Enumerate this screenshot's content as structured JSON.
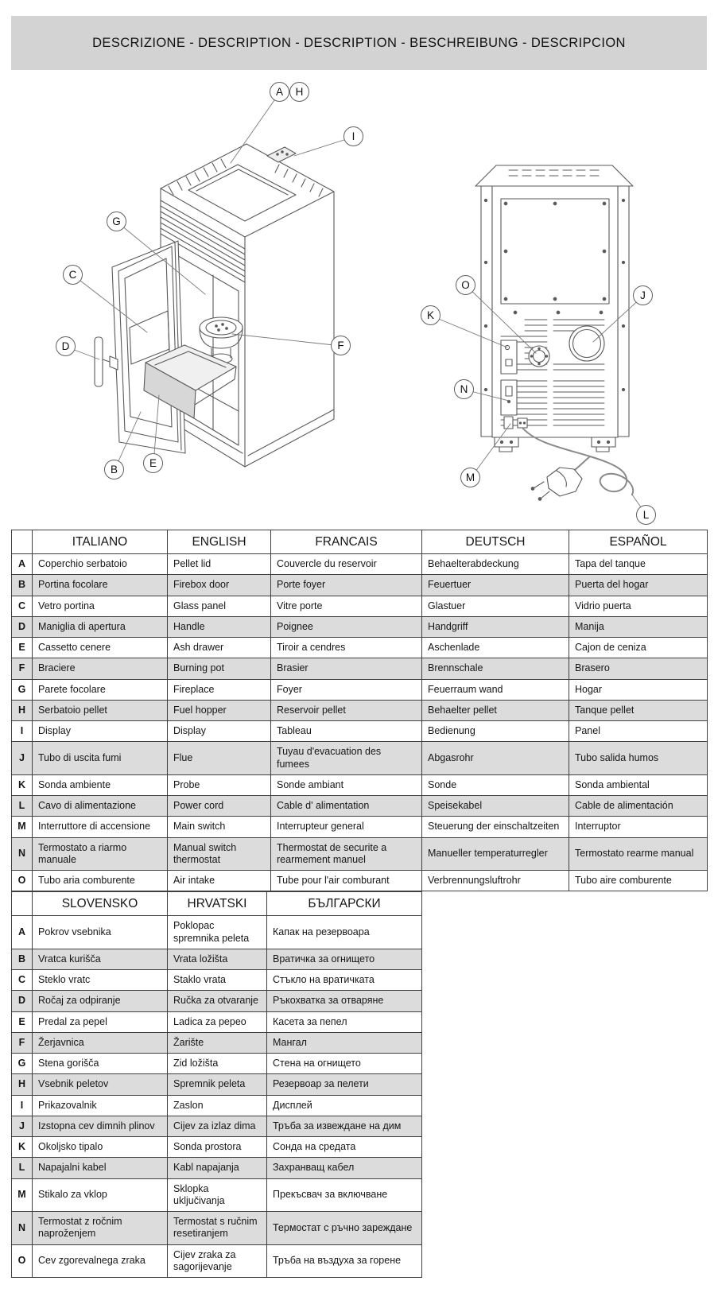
{
  "header": {
    "title": "DESCRIZIONE - DESCRIPTION - DESCRIPTION - BESCHREIBUNG - DESCRIPCION"
  },
  "colors": {
    "header_bg": "#d3d3d3",
    "row_shade": "#dcdcdc",
    "line_art": "#5a5a5a"
  },
  "diagram": {
    "callouts": [
      {
        "label": "A"
      },
      {
        "label": "H"
      },
      {
        "label": "I"
      },
      {
        "label": "G"
      },
      {
        "label": "C"
      },
      {
        "label": "D"
      },
      {
        "label": "F"
      },
      {
        "label": "B"
      },
      {
        "label": "E"
      },
      {
        "label": "O"
      },
      {
        "label": "K"
      },
      {
        "label": "J"
      },
      {
        "label": "N"
      },
      {
        "label": "M"
      },
      {
        "label": "L"
      }
    ]
  },
  "table1": {
    "columns": [
      "",
      "ITALIANO",
      "ENGLISH",
      "FRANCAIS",
      "DEUTSCH",
      "ESPAÑOL"
    ],
    "rows": [
      {
        "key": "A",
        "cells": [
          "Coperchio serbatoio",
          "Pellet lid",
          "Couvercle du reservoir",
          "Behaelterabdeckung",
          "Tapa del tanque"
        ]
      },
      {
        "key": "B",
        "cells": [
          "Portina focolare",
          "Firebox door",
          "Porte foyer",
          "Feuertuer",
          "Puerta del hogar"
        ]
      },
      {
        "key": "C",
        "cells": [
          "Vetro portina",
          "Glass panel",
          "Vitre porte",
          "Glastuer",
          "Vidrio puerta"
        ]
      },
      {
        "key": "D",
        "cells": [
          "Maniglia di apertura",
          "Handle",
          "Poignee",
          "Handgriff",
          "Manija"
        ]
      },
      {
        "key": "E",
        "cells": [
          "Cassetto cenere",
          "Ash drawer",
          "Tiroir a cendres",
          "Aschenlade",
          "Cajon de ceniza"
        ]
      },
      {
        "key": "F",
        "cells": [
          "Braciere",
          "Burning pot",
          "Brasier",
          "Brennschale",
          "Brasero"
        ]
      },
      {
        "key": "G",
        "cells": [
          "Parete focolare",
          "Fireplace",
          "Foyer",
          "Feuerraum wand",
          "Hogar"
        ]
      },
      {
        "key": "H",
        "cells": [
          "Serbatoio pellet",
          "Fuel hopper",
          "Reservoir pellet",
          "Behaelter pellet",
          "Tanque pellet"
        ]
      },
      {
        "key": "I",
        "cells": [
          "Display",
          "Display",
          "Tableau",
          "Bedienung",
          "Panel"
        ]
      },
      {
        "key": "J",
        "cells": [
          "Tubo di uscita fumi",
          "Flue",
          "Tuyau d'evacuation des fumees",
          "Abgasrohr",
          "Tubo salida humos"
        ]
      },
      {
        "key": "K",
        "cells": [
          "Sonda ambiente",
          "Probe",
          "Sonde ambiant",
          "Sonde",
          "Sonda ambiental"
        ]
      },
      {
        "key": "L",
        "cells": [
          "Cavo di alimentazione",
          "Power cord",
          "Cable d' alimentation",
          "Speisekabel",
          "Cable de alimentación"
        ]
      },
      {
        "key": "M",
        "cells": [
          "Interruttore di accensione",
          "Main switch",
          "Interrupteur general",
          "Steuerung der einschaltzeiten",
          "Interruptor"
        ]
      },
      {
        "key": "N",
        "cells": [
          "Termostato a  riarmo manuale",
          "Manual switch thermostat",
          "Thermostat de securite a rearmement manuel",
          "Manueller temperaturregler",
          "Termostato rearme manual"
        ]
      },
      {
        "key": "O",
        "cells": [
          "Tubo aria comburente",
          "Air intake",
          "Tube pour l'air comburant",
          "Verbrennungsluftrohr",
          "Tubo aire comburente"
        ]
      }
    ]
  },
  "table2": {
    "columns": [
      "",
      "SLOVENSKO",
      "HRVATSKI",
      "БЪЛГАРСКИ"
    ],
    "rows": [
      {
        "key": "A",
        "cells": [
          "Pokrov vsebnika",
          "Poklopac spremnika peleta",
          "Капак на резервоара"
        ]
      },
      {
        "key": "B",
        "cells": [
          "Vratca kurišča",
          "Vrata ložišta",
          "Вратичка за огнището"
        ]
      },
      {
        "key": "C",
        "cells": [
          "Steklo vratc",
          "Staklo vrata",
          "Стъкло на вратичката"
        ]
      },
      {
        "key": "D",
        "cells": [
          "Ročaj za odpiranje",
          "Ručka za otvaranje",
          "Ръкохватка за отваряне"
        ]
      },
      {
        "key": "E",
        "cells": [
          "Predal za pepel",
          "Ladica za pepeo",
          "Касета за пепел"
        ]
      },
      {
        "key": "F",
        "cells": [
          "Žerjavnica",
          "Žarište",
          "Мангал"
        ]
      },
      {
        "key": "G",
        "cells": [
          "Stena gorišča",
          "Zid ložišta",
          "Стена на огнището"
        ]
      },
      {
        "key": "H",
        "cells": [
          "Vsebnik peletov",
          "Spremnik peleta",
          "Резервоар за пелети"
        ]
      },
      {
        "key": "I",
        "cells": [
          "Prikazovalnik",
          "Zaslon",
          "Дисплей"
        ]
      },
      {
        "key": "J",
        "cells": [
          "Izstopna cev dimnih plinov",
          "Cijev za izlaz dima",
          "Тръба за извеждане на дим"
        ]
      },
      {
        "key": "K",
        "cells": [
          "Okoljsko tipalo",
          "Sonda prostora",
          "Сонда на средата"
        ]
      },
      {
        "key": "L",
        "cells": [
          "Napajalni kabel",
          "Kabl napajanja",
          "Захранващ кабел"
        ]
      },
      {
        "key": "M",
        "cells": [
          "Stikalo za vklop",
          "Sklopka uključivanja",
          "Прекъсвач за включване"
        ]
      },
      {
        "key": "N",
        "cells": [
          "Termostat z ročnim naproženjem",
          "Termostat s ručnim resetiranjem",
          "Термостат с ръчно зареждане"
        ]
      },
      {
        "key": "O",
        "cells": [
          "Cev zgorevalnega zraka",
          "Cijev zraka za sagorijevanje",
          "Тръба на въздуха за горене"
        ]
      }
    ]
  }
}
